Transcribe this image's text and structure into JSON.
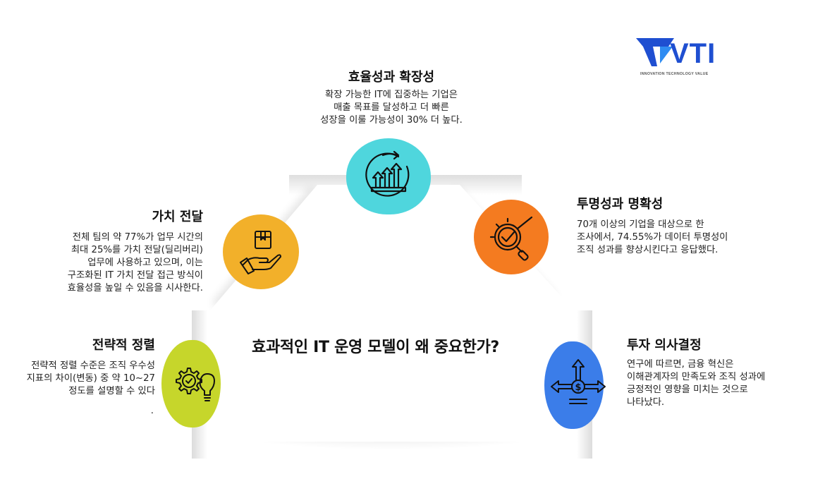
{
  "logo": {
    "text": "VTI",
    "tagline": "INNOVATION TECHNOLOGY VALUE",
    "color": "#1f4fd1",
    "accent": "#2f8cf2"
  },
  "center": {
    "title": "효과적인 IT 운영 모델이 왜 중요한가?"
  },
  "cards": [
    {
      "id": "efficiency",
      "title": "효율성과 확장성",
      "body": "확장 가능한 IT에 집중하는 기업은\n매출 목표를 달성하고 더 빠른\n성장을 이룰 가능성이 30% 더 높다.",
      "icon": "growth-arrows-icon",
      "color": "#4fd6dd"
    },
    {
      "id": "transparency",
      "title": "투명성과 명확성",
      "body": "70개 이상의 기업을 대상으로 한\n조사에서, 74.55%가 데이터 투명성이\n조직 성과를 향상시킨다고 응답했다.",
      "icon": "magnifier-check-icon",
      "color": "#f47b20"
    },
    {
      "id": "investment",
      "title": "투자 의사결정",
      "body": "연구에 따르면, 금융 혁신은\n이해관계자의 만족도와 조직 성과에\n긍정적인 영향을 미치는 것으로\n나타났다.",
      "icon": "dollar-directions-icon",
      "color": "#3b7de9"
    },
    {
      "id": "value-delivery",
      "title": "가치 전달",
      "body": "전체 팀의 약 77%가 업무 시간의\n최대 25%를 가치 전달(딜리버리)\n업무에 사용하고 있으며, 이는\n구조화된 IT 가치 전달 접근 방식이\n효율성을 높일 수 있음을 시사한다.",
      "icon": "hand-box-icon",
      "color": "#f2b02a"
    },
    {
      "id": "strategic-alignment",
      "title": "전략적 정렬",
      "body": "전략적 정렬 수준은 조직 우수성\n지표의 차이(변동) 중 약 10~27\n정도를 설명할 수 있다",
      "trailing": ".",
      "icon": "gear-lightbulb-icon",
      "color": "#c6d62b"
    }
  ]
}
